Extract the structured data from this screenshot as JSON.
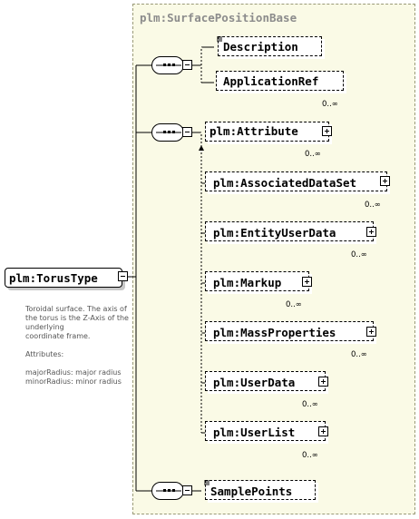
{
  "root": {
    "name": "plm:TorusType"
  },
  "documentation": [
    "Toroidal surface. The axis of the torus is the Z-Axis of the underlying",
    "coordinate frame.",
    "",
    "Attributes:",
    "",
    "majorRadius:     major radius",
    "minorRadius:     minor radius"
  ],
  "group": {
    "title": "plm:SurfacePositionBase"
  },
  "sequence1": {
    "elements": [
      {
        "name": "Description",
        "cardinality": ""
      },
      {
        "name": "ApplicationRef",
        "cardinality": "0..∞"
      }
    ]
  },
  "sequence2": {
    "elements": [
      {
        "name": "plm:Attribute",
        "cardinality": "0..∞"
      },
      {
        "name": "plm:AssociatedDataSet",
        "cardinality": "0..∞"
      },
      {
        "name": "plm:EntityUserData",
        "cardinality": "0..∞"
      },
      {
        "name": "plm:Markup",
        "cardinality": "0..∞"
      },
      {
        "name": "plm:MassProperties",
        "cardinality": "0..∞"
      },
      {
        "name": "plm:UserData",
        "cardinality": "0..∞"
      },
      {
        "name": "plm:UserList",
        "cardinality": "0..∞"
      }
    ]
  },
  "sequence3": {
    "elements": [
      {
        "name": "SamplePoints",
        "cardinality": ""
      }
    ]
  }
}
